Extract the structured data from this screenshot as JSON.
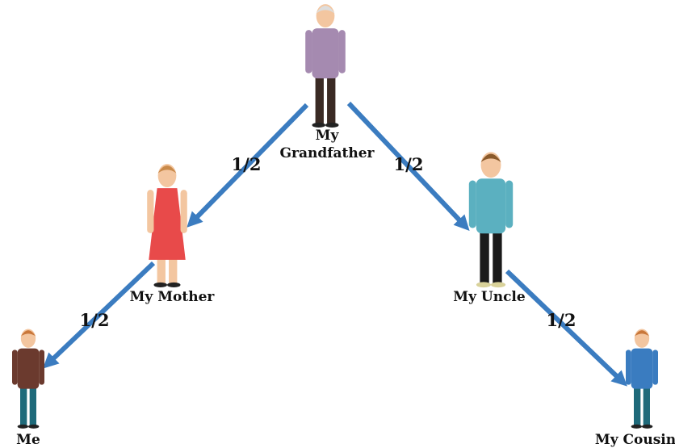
{
  "people": {
    "grandfather": {
      "label_line1": "My",
      "label_line2": "Grandfather"
    },
    "mother": {
      "label": "My Mother"
    },
    "uncle": {
      "label": "My Uncle"
    },
    "me": {
      "label": "Me"
    },
    "cousin": {
      "label": "My Cousin"
    }
  },
  "edges": [
    {
      "from": "grandfather",
      "to": "mother",
      "label": "1/2"
    },
    {
      "from": "grandfather",
      "to": "uncle",
      "label": "1/2"
    },
    {
      "from": "mother",
      "to": "me",
      "label": "1/2"
    },
    {
      "from": "uncle",
      "to": "cousin",
      "label": "1/2"
    }
  ],
  "colors": {
    "arrow": "#3b7cc0"
  }
}
